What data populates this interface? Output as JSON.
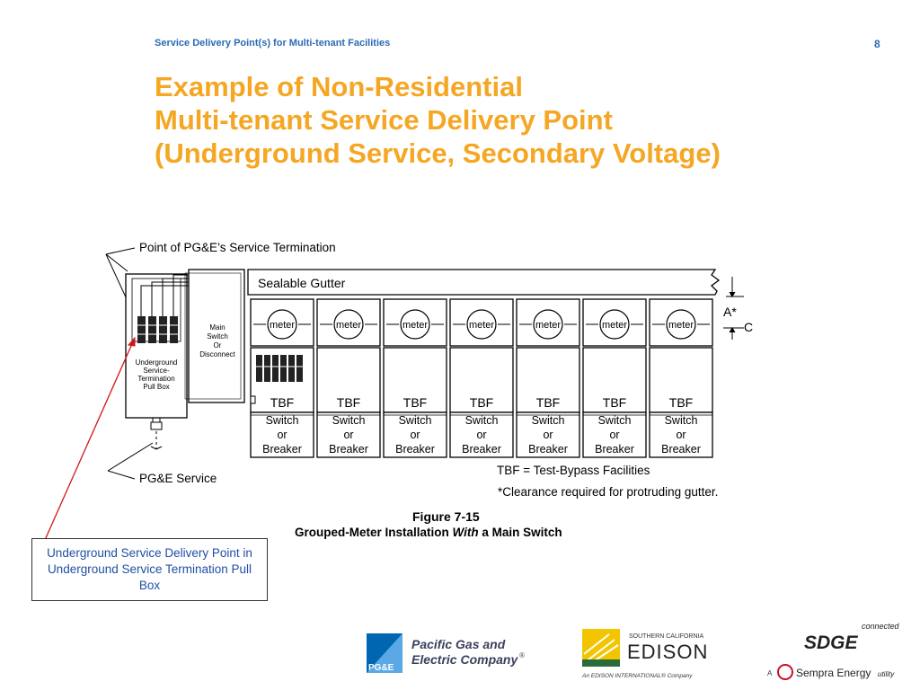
{
  "header": {
    "title": "Service Delivery Point(s) for Multi-tenant Facilities",
    "page_number": "8"
  },
  "slide_title": {
    "line1": "Example of Non-Residential",
    "line2": "Multi-tenant Service Delivery Point",
    "line3": "(Underground Service, Secondary Voltage)"
  },
  "diagram": {
    "point_label": "Point of PG&E’s Service Termination",
    "sealable_gutter": "Sealable Gutter",
    "main_switch": [
      "Main",
      "Switch",
      "Or",
      "Disconnect"
    ],
    "pull_box": [
      "Underground",
      "Service-",
      "Termination",
      "Pull Box"
    ],
    "meter_label": "meter",
    "tbf_label": "TBF",
    "switch_label": [
      "Switch",
      "or",
      "Breaker"
    ],
    "clearance_a": "A*",
    "clearance_c": "C",
    "pge_service": "PG&E Service",
    "tbf_def": "TBF = Test-Bypass Facilities",
    "clearance_note": "*Clearance required for protruding gutter.",
    "figure_num": "Figure 7-15",
    "figure_caption_pre": "Grouped-Meter Installation ",
    "figure_caption_em": "With",
    "figure_caption_post": " a Main Switch",
    "meter_count": 7
  },
  "callout": {
    "text": "Underground Service Delivery Point in Underground Service Termination Pull Box"
  },
  "logos": {
    "pge_mark": "PG&E",
    "pge_name_1": "Pacific Gas and",
    "pge_name_2": "Electric Company",
    "pge_reg": "®",
    "edison_top": "SOUTHERN CALIFORNIA",
    "edison_name": "EDISON",
    "edison_sub": "An EDISON INTERNATIONAL® Company",
    "sdge_name": "SDGE",
    "sdge_connected": "connected",
    "sempra_a": "A",
    "sempra_name": "Sempra Energy",
    "sempra_utility": "utility"
  },
  "colors": {
    "title": "#f5a623",
    "header": "#2a6bb3",
    "callout_text": "#1f4fa3",
    "arrow": "#d0161b",
    "pge_blue": "#0066b2",
    "edison_gold": "#f2c500",
    "sdge_red": "#c8102e"
  }
}
